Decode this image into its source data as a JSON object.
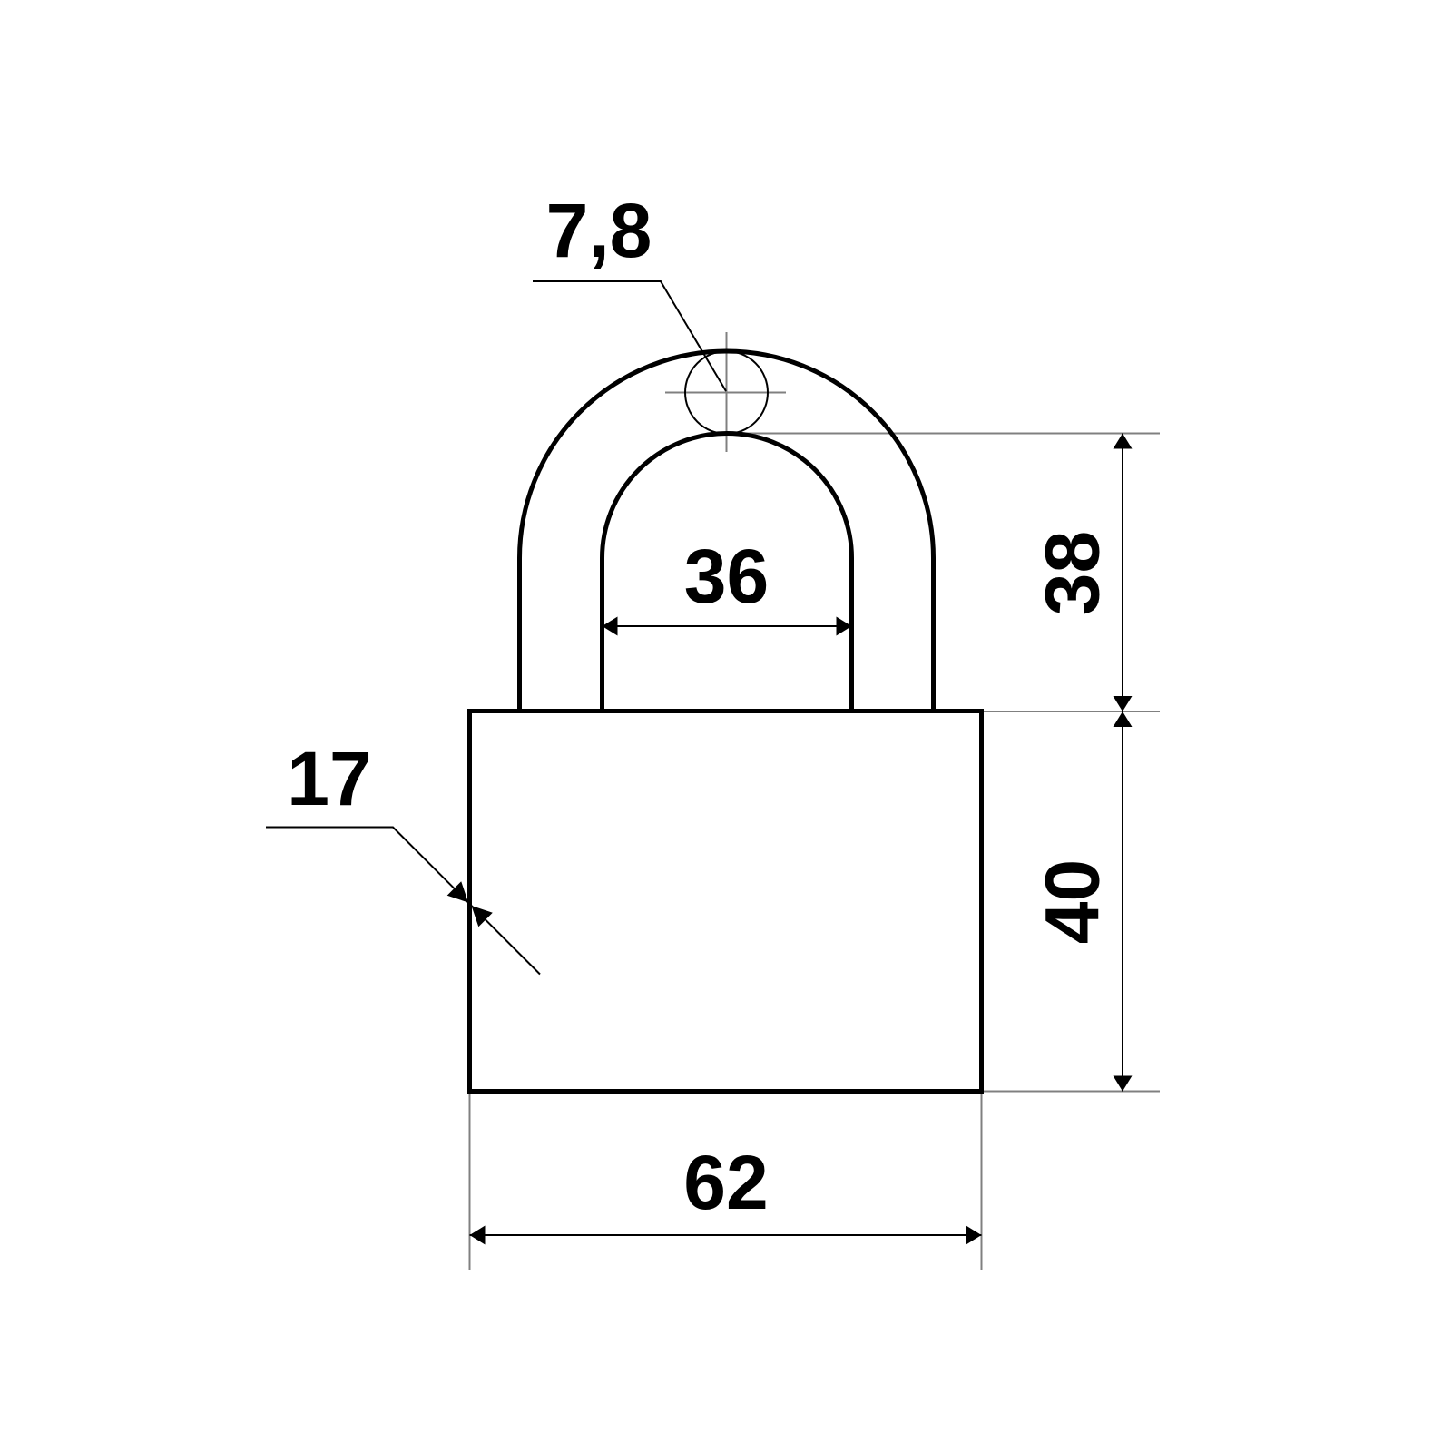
{
  "drawing": {
    "object": "padlock-dimension-drawing",
    "background": "#ffffff",
    "colors": {
      "outline": "#000000",
      "dimension_line": "#000000",
      "extension_line": "#808080"
    },
    "labels": {
      "shackle_wire_diameter": "7,8",
      "shackle_inner_width": "36",
      "shackle_height": "38",
      "body_height": "40",
      "body_width": "62",
      "body_depth": "17"
    }
  }
}
